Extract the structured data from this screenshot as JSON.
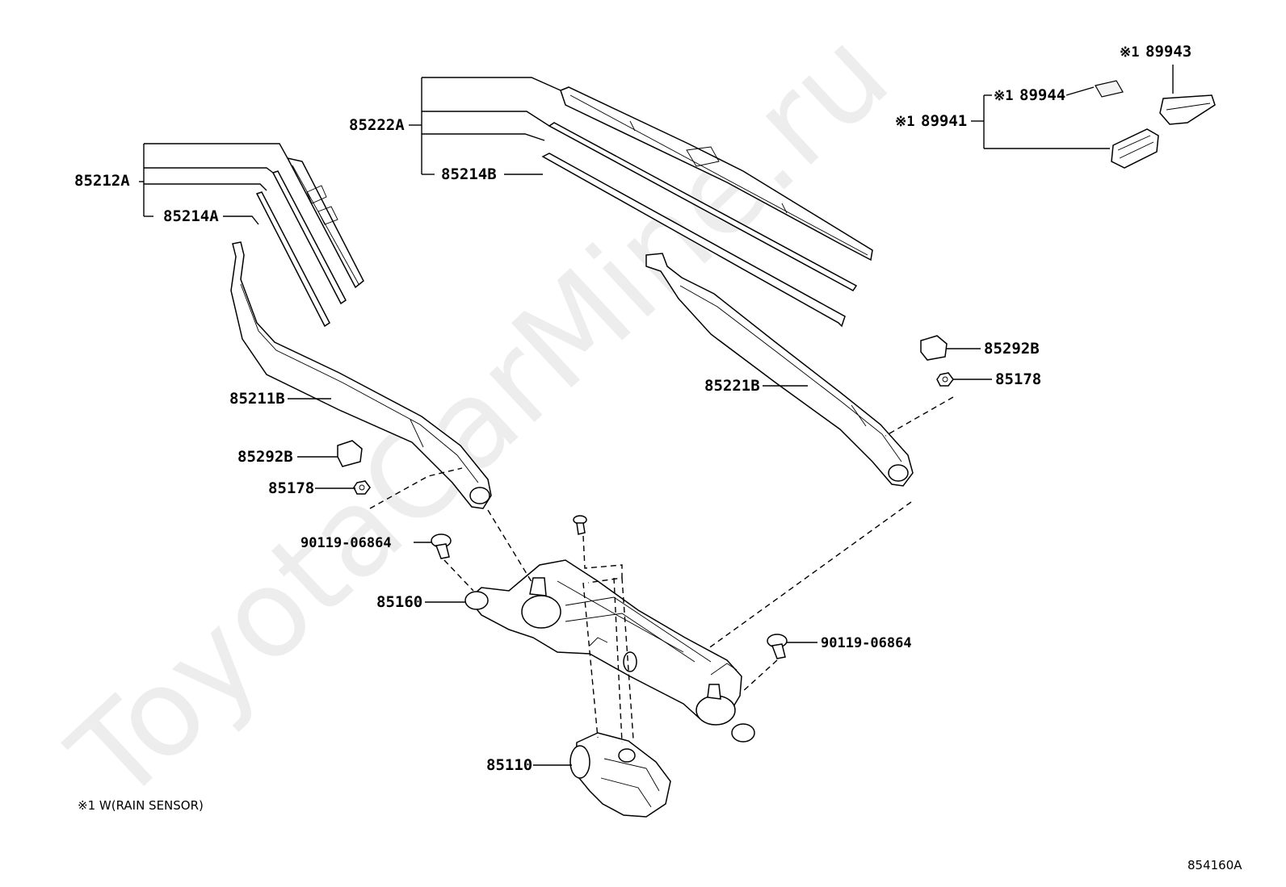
{
  "watermark": "ToyotaCarMine.ru",
  "footnote": "※1 W(RAIN SENSOR)",
  "drawing_id": "854160A",
  "callouts": {
    "p85212A": "85212A",
    "p85214A": "85214A",
    "p85222A": "85222A",
    "p85214B": "85214B",
    "p89943": "89943",
    "p89944": "89944",
    "p89941": "89941",
    "p85211B": "85211B",
    "p85292B_left": "85292B",
    "p85178_left": "85178",
    "p90119_left": "90119-06864",
    "p85160": "85160",
    "p85221B": "85221B",
    "p85292B_right": "85292B",
    "p85178_right": "85178",
    "p90119_right": "90119-06864",
    "p85110": "85110",
    "mark": "※1"
  }
}
